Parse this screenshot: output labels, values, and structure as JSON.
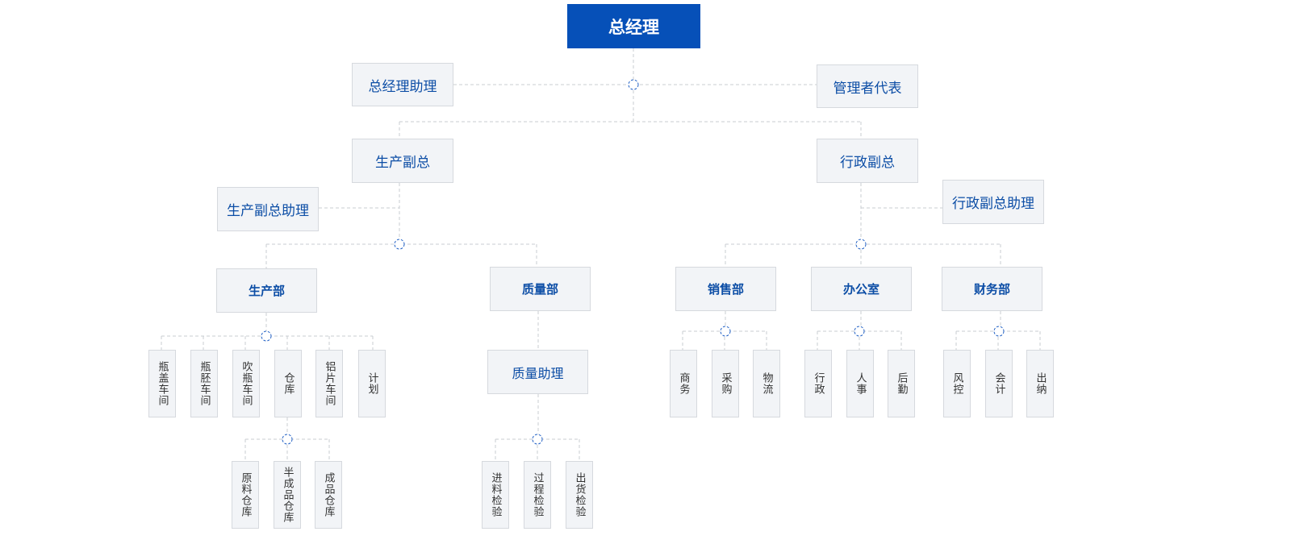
{
  "org": {
    "ceo": "总经理",
    "ceo_assistant": "总经理助理",
    "mgmt_rep": "管理者代表",
    "prod_vp": "生产副总",
    "prod_vp_assistant": "生产副总助理",
    "admin_vp": "行政副总",
    "admin_vp_assistant": "行政副总助理",
    "depts": {
      "production": {
        "name": "生产部",
        "units": [
          "瓶盖车间",
          "瓶胚车间",
          "吹瓶车间",
          "仓库",
          "铝片车间",
          "计划"
        ],
        "warehouse_units": [
          "原料仓库",
          "半成品仓库",
          "成品仓库"
        ]
      },
      "quality": {
        "name": "质量部",
        "assistant": "质量助理",
        "units": [
          "进料检验",
          "过程检验",
          "出货检验"
        ]
      },
      "sales": {
        "name": "销售部",
        "units": [
          "商务",
          "采购",
          "物流"
        ]
      },
      "office": {
        "name": "办公室",
        "units": [
          "行政",
          "人事",
          "后勤"
        ]
      },
      "finance": {
        "name": "财务部",
        "units": [
          "风控",
          "会计",
          "出纳"
        ]
      }
    }
  },
  "colors": {
    "primary": "#0650b8",
    "box_bg": "#f2f4f7",
    "line": "#c8ccd2",
    "text": "#0d4ea6"
  }
}
